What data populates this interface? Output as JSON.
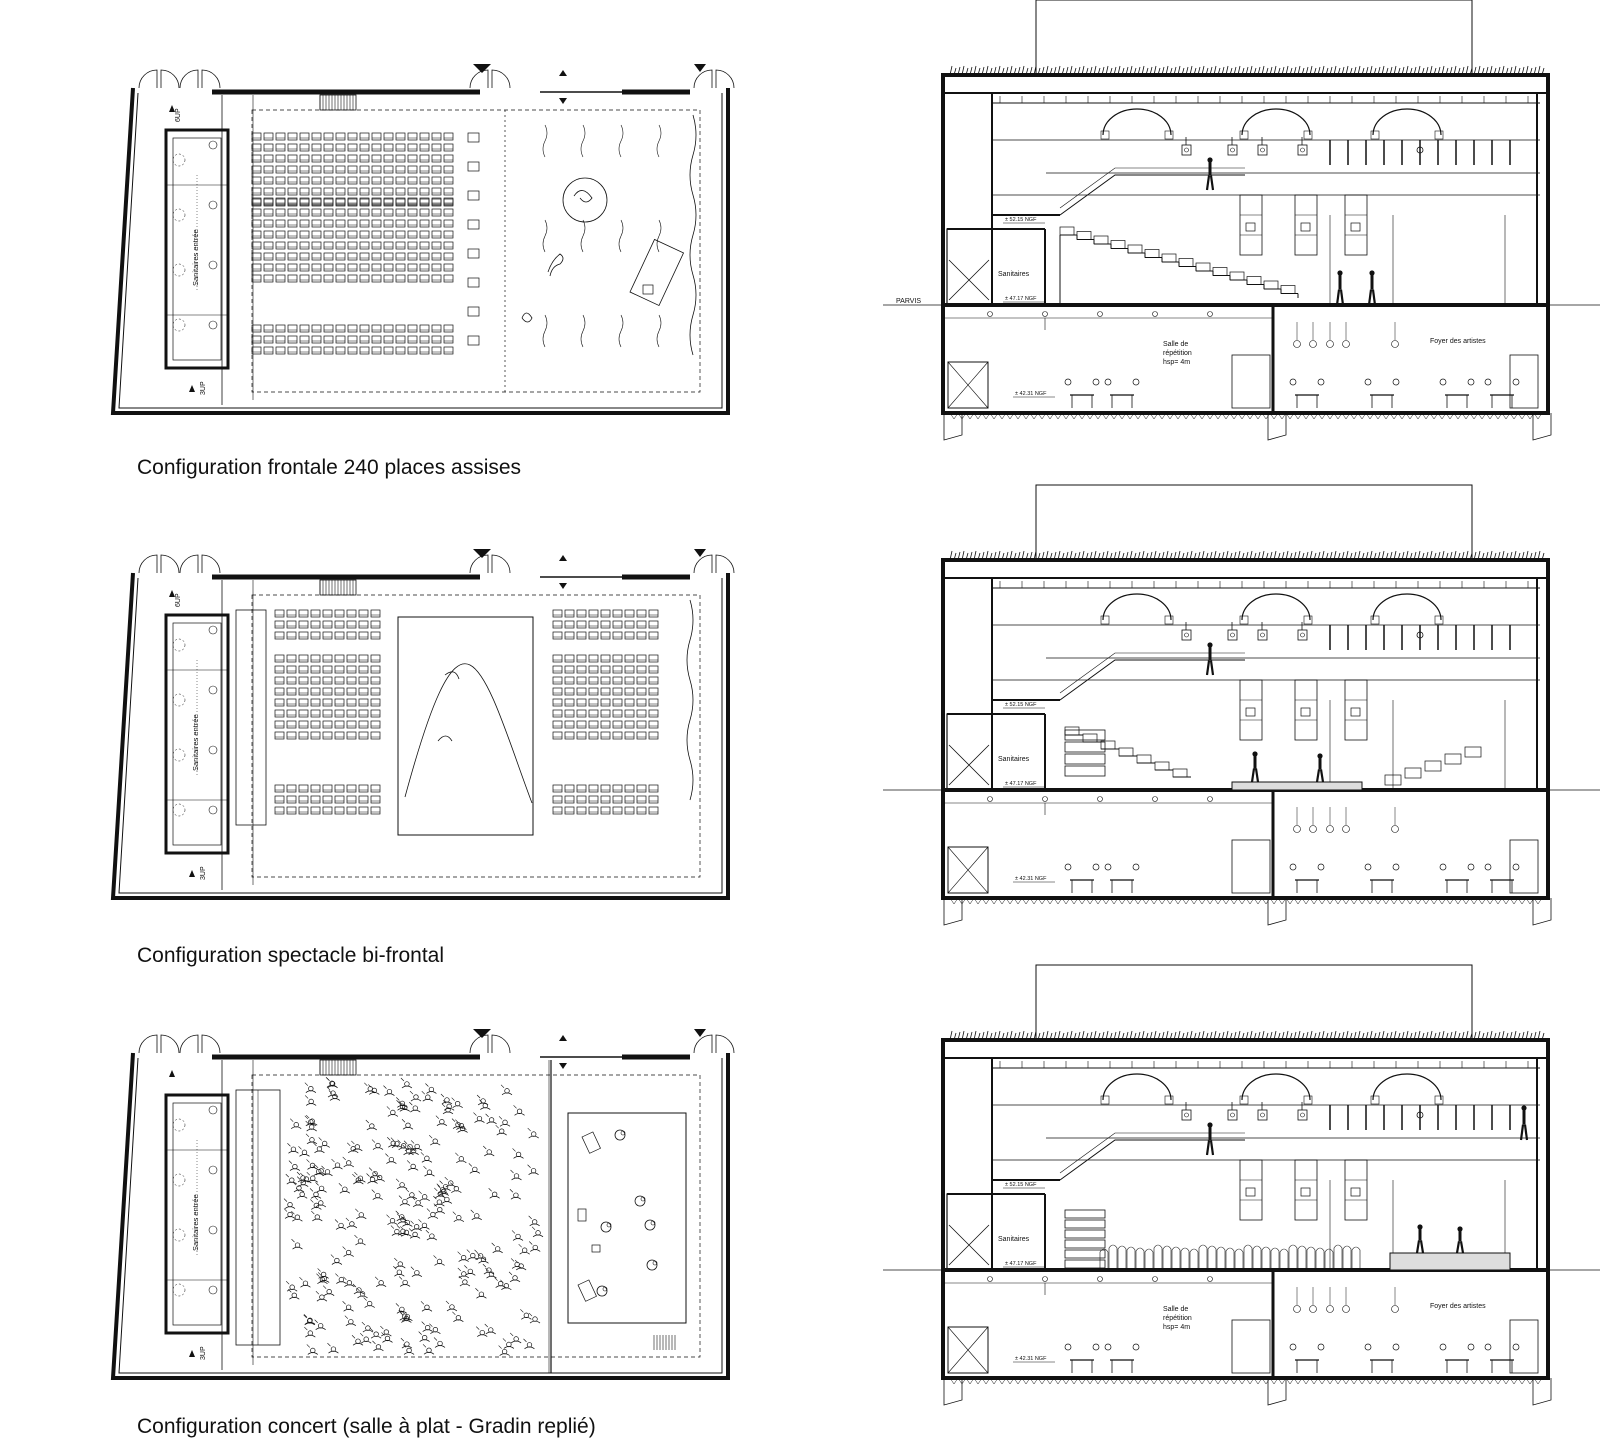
{
  "panels": [
    {
      "caption": "Configuration frontale 240 places assises",
      "mode": "frontal",
      "plan_labels": {
        "toilets": "Sanitaires entrée",
        "exit_top": "6UP",
        "exit_bottom": "3UP"
      },
      "section_labels": {
        "ground": "PARVIS",
        "toilets": "Sanitaires",
        "level_upper": "± 52.15 NGF",
        "level_ground": "± 47.17 NGF",
        "level_basement": "± 42.31 NGF",
        "rehearsal": [
          "Salle de",
          "répétition",
          "hsp= 4m"
        ],
        "foyer": "Foyer des artistes"
      }
    },
    {
      "caption": "Configuration spectacle bi-frontal",
      "mode": "bifrontal",
      "plan_labels": {
        "toilets": "Sanitaires entrée",
        "exit_top": "6UP",
        "exit_bottom": "3UP"
      },
      "section_labels": {
        "ground": "",
        "toilets": "Sanitaires",
        "level_upper": "± 52.15 NGF",
        "level_ground": "± 47.17 NGF",
        "level_basement": "± 42.31 NGF",
        "rehearsal": [],
        "foyer": ""
      }
    },
    {
      "caption": "Configuration concert (salle à plat - Gradin replié)",
      "mode": "concert",
      "plan_labels": {
        "toilets": "Sanitaires entrée",
        "exit_top": "",
        "exit_bottom": "3UP"
      },
      "section_labels": {
        "ground": "",
        "toilets": "Sanitaires",
        "level_upper": "± 52.15 NGF",
        "level_ground": "± 47.17 NGF",
        "level_basement": "± 42.31 NGF",
        "rehearsal": [
          "Salle de",
          "répétition",
          "hsp= 4m"
        ],
        "foyer": "Foyer des artistes"
      }
    }
  ]
}
